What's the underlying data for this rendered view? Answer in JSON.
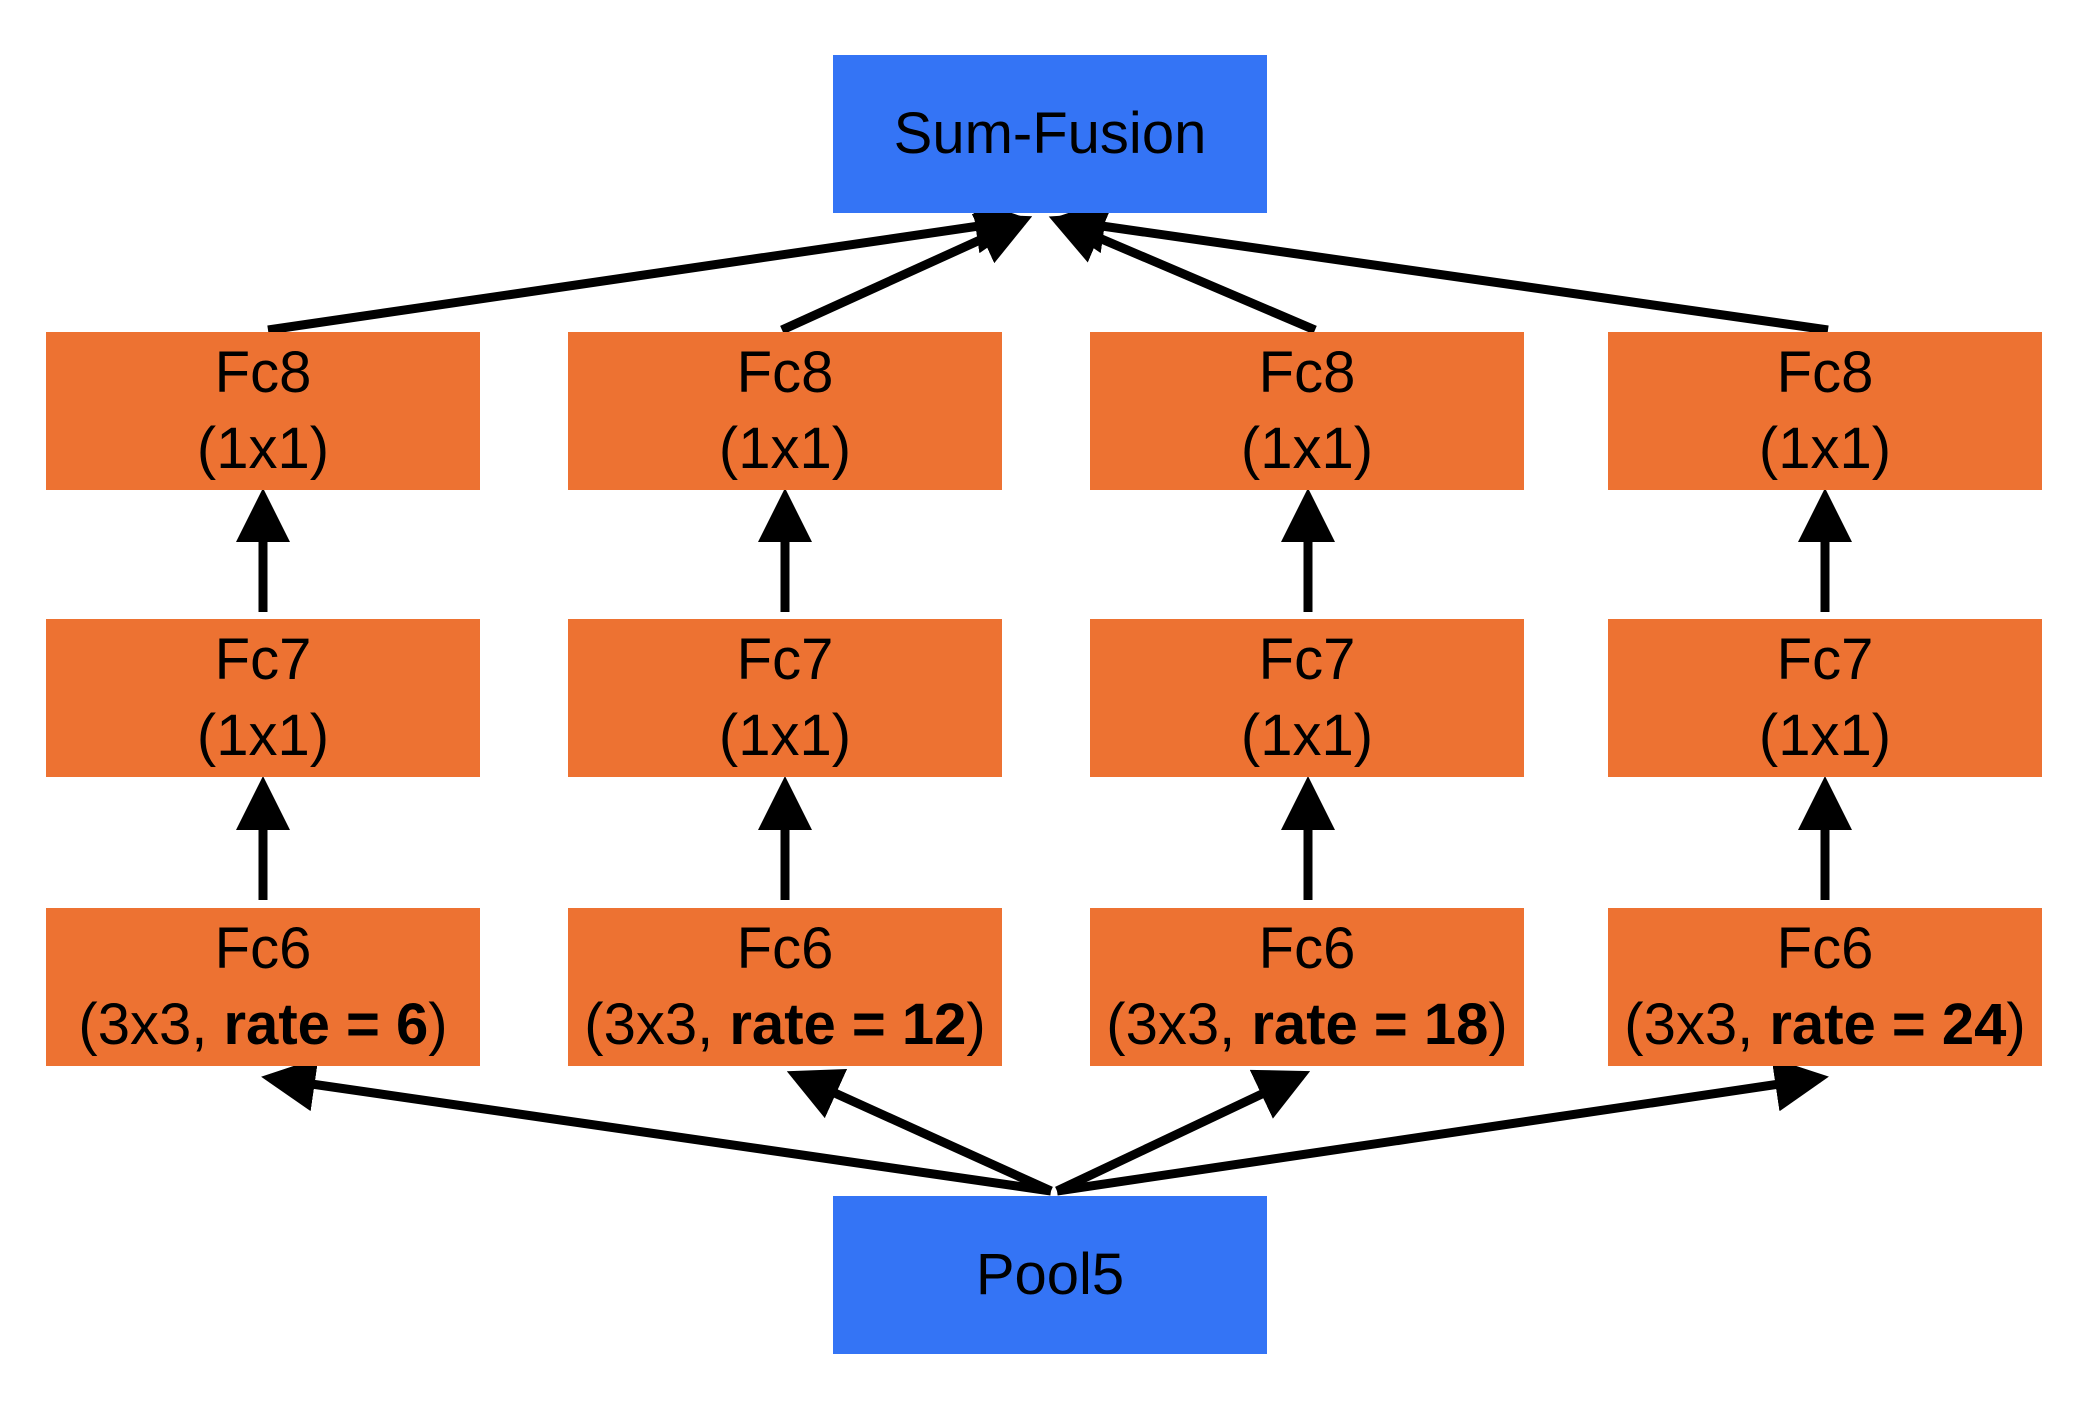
{
  "colors": {
    "fusion_node": "#3474f5",
    "layer_node": "#ed7232",
    "arrow": "#000000"
  },
  "top_node": {
    "label": "Sum-Fusion"
  },
  "bottom_node": {
    "label": "Pool5"
  },
  "branches": [
    {
      "fc8": {
        "name": "Fc8",
        "kernel": "(1x1)"
      },
      "fc7": {
        "name": "Fc7",
        "kernel": "(1x1)"
      },
      "fc6": {
        "name": "Fc6",
        "param_prefix": "(3x3, ",
        "rate": "rate = 6",
        "param_suffix": ")"
      }
    },
    {
      "fc8": {
        "name": "Fc8",
        "kernel": "(1x1)"
      },
      "fc7": {
        "name": "Fc7",
        "kernel": "(1x1)"
      },
      "fc6": {
        "name": "Fc6",
        "param_prefix": "(3x3, ",
        "rate": "rate = 12",
        "param_suffix": ")"
      }
    },
    {
      "fc8": {
        "name": "Fc8",
        "kernel": "(1x1)"
      },
      "fc7": {
        "name": "Fc7",
        "kernel": "(1x1)"
      },
      "fc6": {
        "name": "Fc6",
        "param_prefix": "(3x3, ",
        "rate": "rate = 18",
        "param_suffix": ")"
      }
    },
    {
      "fc8": {
        "name": "Fc8",
        "kernel": "(1x1)"
      },
      "fc7": {
        "name": "Fc7",
        "kernel": "(1x1)"
      },
      "fc6": {
        "name": "Fc6",
        "param_prefix": "(3x3, ",
        "rate": "rate = 24",
        "param_suffix": ")"
      }
    }
  ]
}
